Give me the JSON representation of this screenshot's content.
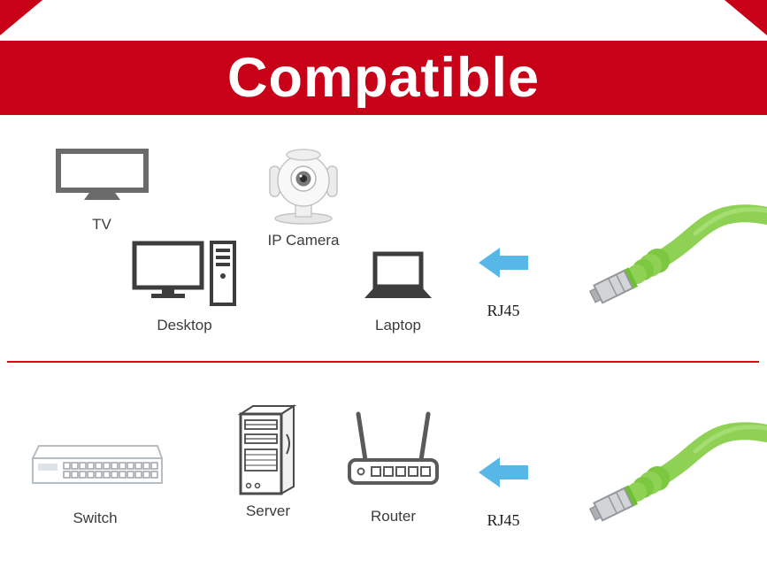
{
  "banner": {
    "title": "Compatible"
  },
  "sections": {
    "top": {
      "devices": [
        {
          "label": "TV"
        },
        {
          "label": "IP Camera"
        },
        {
          "label": "Desktop"
        },
        {
          "label": "Laptop"
        }
      ],
      "connector_label": "RJ45"
    },
    "bottom": {
      "devices": [
        {
          "label": "Switch"
        },
        {
          "label": "Server"
        },
        {
          "label": "Router"
        }
      ],
      "connector_label": "RJ45"
    }
  },
  "colors": {
    "banner_red": "#c80018",
    "divider_red": "#e30613",
    "arrow_blue": "#57b8e7",
    "cable_green": "#8fd155",
    "connector_silver": "#d2d5d7",
    "label_text": "#3c3c3c"
  }
}
